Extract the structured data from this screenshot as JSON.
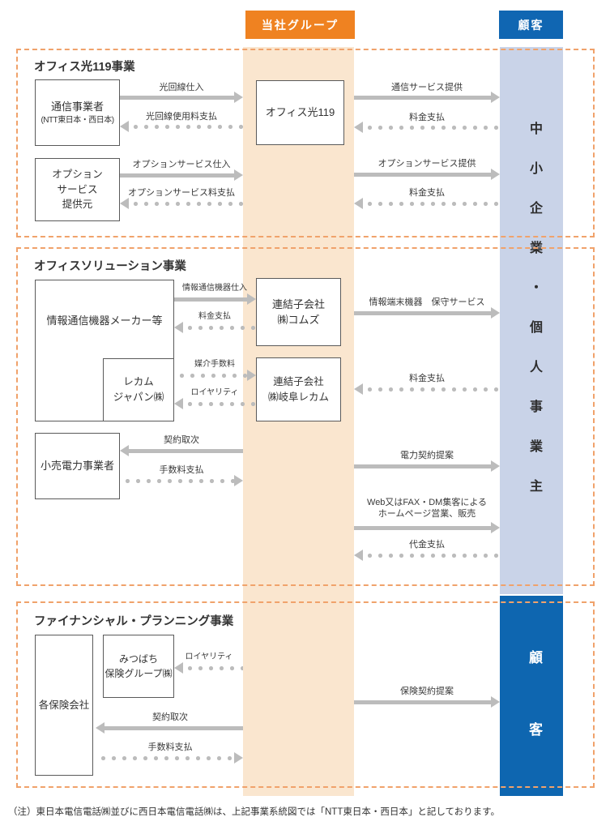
{
  "header": {
    "group": "当社グループ",
    "customer": "顧客"
  },
  "bands": {
    "customer_sme": "中小企業・個人事業主",
    "customer_end": "顧客"
  },
  "sections": {
    "s1": {
      "title": "オフィス光119事業"
    },
    "s2": {
      "title": "オフィスソリューション事業"
    },
    "s3": {
      "title": "ファイナンシャル・プランニング事業"
    }
  },
  "boxes": {
    "carrier": {
      "title": "通信事業者",
      "subtitle": "(NTT東日本・西日本)"
    },
    "option_provider": {
      "title": "オプション\nサービス\n提供元"
    },
    "office_hikari": {
      "title": "オフィス光119"
    },
    "ict_makers": {
      "title": "情報通信機器メーカー等"
    },
    "recomm_japan": {
      "title": "レカム\nジャパン㈱"
    },
    "comzz": {
      "title": "連結子会社\n㈱コムズ"
    },
    "gifu_recomm": {
      "title": "連結子会社\n㈱岐阜レカム"
    },
    "power_retailer": {
      "title": "小売電力事業者"
    },
    "insurers": {
      "title": "各保険会社"
    },
    "mitsubachi": {
      "title": "みつばち\n保険グループ㈱"
    }
  },
  "flows": {
    "f1": "光回線仕入",
    "f2": "光回線使用料支払",
    "f3": "通信サービス提供",
    "f4": "料金支払",
    "f5": "オプションサービス仕入",
    "f6": "オプションサービス料支払",
    "f7": "オプションサービス提供",
    "f8": "料金支払",
    "f9": "情報通信機器仕入",
    "f10": "料金支払",
    "f11": "媒介手数料",
    "f12": "ロイヤリティ",
    "f13": "契約取次",
    "f14": "手数料支払",
    "f15": "情報端末機器　保守サービス",
    "f16": "料金支払",
    "f17": "電力契約提案",
    "f18": "Web又はFAX・DM集客による\nホームページ営業、販売",
    "f19": "代金支払",
    "f20": "ロイヤリティ",
    "f21": "保険契約提案",
    "f22": "契約取次",
    "f23": "手数料支払"
  },
  "note": "（注）東日本電信電話㈱並びに西日本電信電話㈱は、上記事業系統図では「NTT東日本・西日本」と記しております。",
  "colors": {
    "accent_orange": "#EF8221",
    "band_orange": "#FAE6CF",
    "accent_blue": "#1066B2",
    "band_blue": "#C9D3E8",
    "dashed_border": "#F0A26B",
    "arrow_gray": "#BCBCBC",
    "box_border": "#5A5A5A"
  }
}
